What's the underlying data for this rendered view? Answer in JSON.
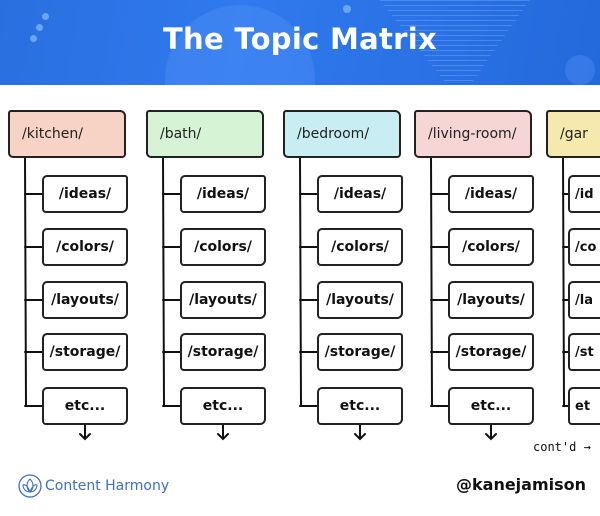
{
  "header": {
    "title": "The Topic Matrix",
    "background_color": "#2a6fe0"
  },
  "columns": [
    {
      "label": "/kitchen/",
      "color": "#f6d3c4",
      "children": [
        "/ideas/",
        "/colors/",
        "/layouts/",
        "/storage/",
        "etc..."
      ]
    },
    {
      "label": "/bath/",
      "color": "#d6f3d6",
      "children": [
        "/ideas/",
        "/colors/",
        "/layouts/",
        "/storage/",
        "etc..."
      ]
    },
    {
      "label": "/bedroom/",
      "color": "#c8eef3",
      "children": [
        "/ideas/",
        "/colors/",
        "/layouts/",
        "/storage/",
        "etc..."
      ]
    },
    {
      "label": "/living-room/",
      "color": "#f5d6d5",
      "children": [
        "/ideas/",
        "/colors/",
        "/layouts/",
        "/storage/",
        "etc..."
      ]
    },
    {
      "label": "/gar",
      "color": "#f6e9ae",
      "children": [
        "/id",
        "/co",
        "/la",
        "/st",
        "et"
      ]
    }
  ],
  "continued_label": "cont'd →",
  "footer": {
    "brand": "Content Harmony",
    "handle": "@kanejamison",
    "brand_color": "#3d6fc2"
  }
}
